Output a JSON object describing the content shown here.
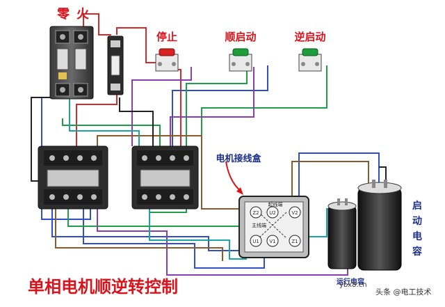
{
  "labels": {
    "neutral": "零",
    "live": "火",
    "stop": "停止",
    "forward_start": "顺启动",
    "reverse_start": "逆启动",
    "motor_box": "电机接线盒",
    "start_capacitor": "启动电容",
    "run_capacitor": "运行电容",
    "title": "单相电机顺逆转控制",
    "watermark_site": "ybx8.cn",
    "watermark_author": "头条 @电工技术",
    "box_top_note": "起线端",
    "box_side_note": "主线端"
  },
  "terminals": {
    "u2": "Z2",
    "u2b": "U2",
    "v2": "V2",
    "u1": "U1",
    "v1": "V1",
    "z1": "Z1"
  },
  "colors": {
    "title_red": "#d8131b",
    "label_blue": "#1c2f8a",
    "wire_red": "#d42a2a",
    "wire_blue": "#2f4fc8",
    "wire_green": "#1f9e4a",
    "wire_purple": "#8a3db0",
    "wire_brown": "#8b5a2b",
    "wire_teal": "#1aa3a3",
    "button_red": "#d8221f",
    "button_green": "#1e9e3a"
  }
}
